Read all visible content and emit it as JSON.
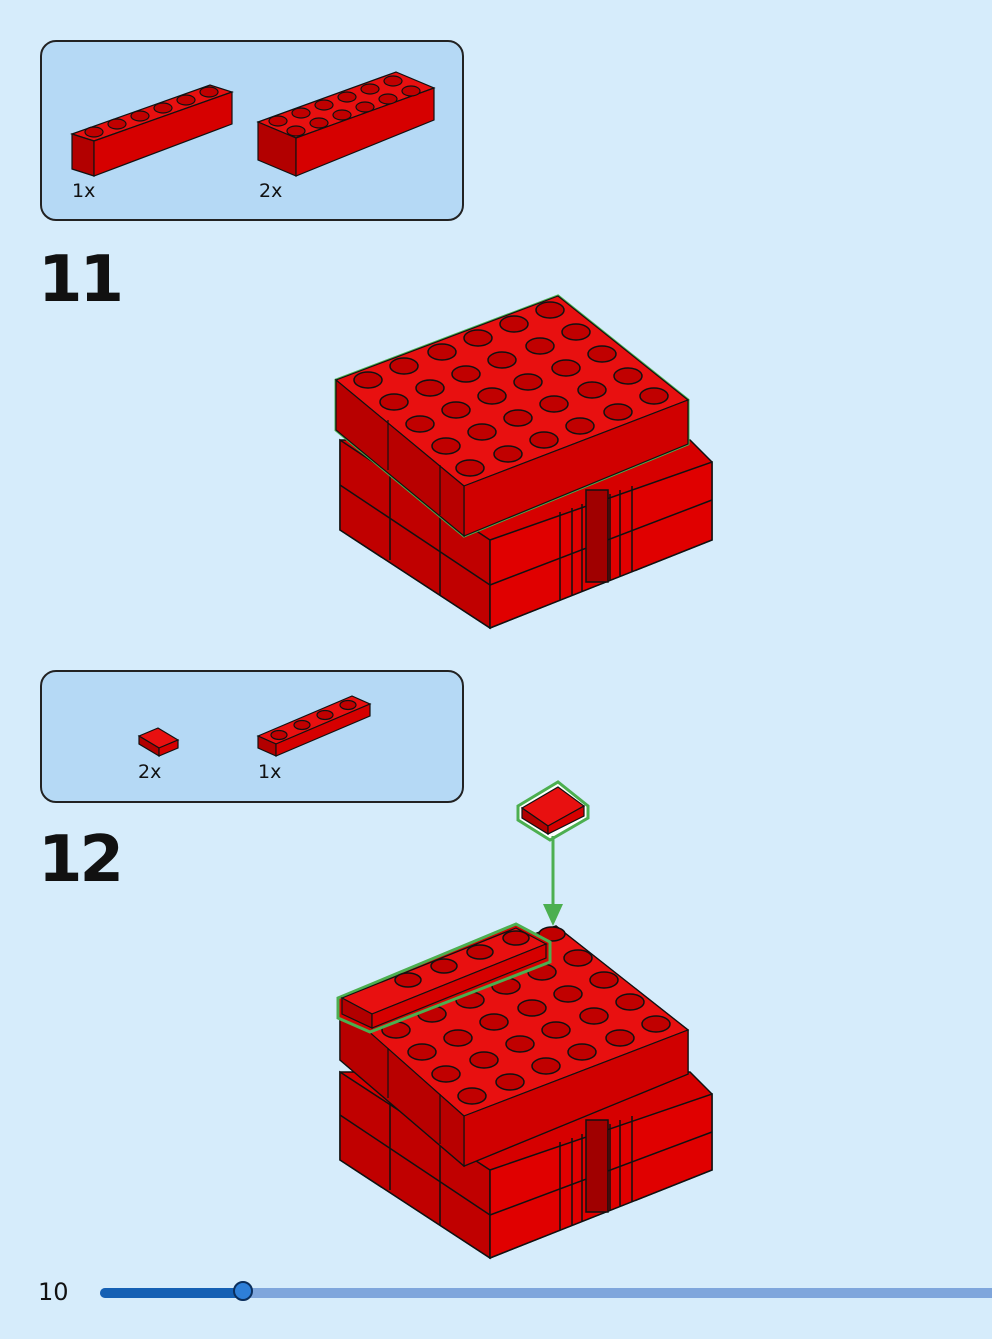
{
  "steps": [
    {
      "number": "11",
      "parts": [
        {
          "qty": "1x",
          "part": "brick-1x6-red"
        },
        {
          "qty": "2x",
          "part": "brick-2x6-red"
        }
      ]
    },
    {
      "number": "12",
      "parts": [
        {
          "qty": "2x",
          "part": "plate-1x1-red"
        },
        {
          "qty": "1x",
          "part": "plate-1x4-red"
        }
      ]
    }
  ],
  "footer": {
    "page_number": "10",
    "progress_fraction": 0.16
  },
  "colors": {
    "background": "#d6ecfb",
    "parts_box": "#b5d9f5",
    "brick_red": "#d60000",
    "highlight_green": "#4caf50",
    "progress_fill": "#1560b4",
    "progress_track": "#7fa6dc"
  }
}
